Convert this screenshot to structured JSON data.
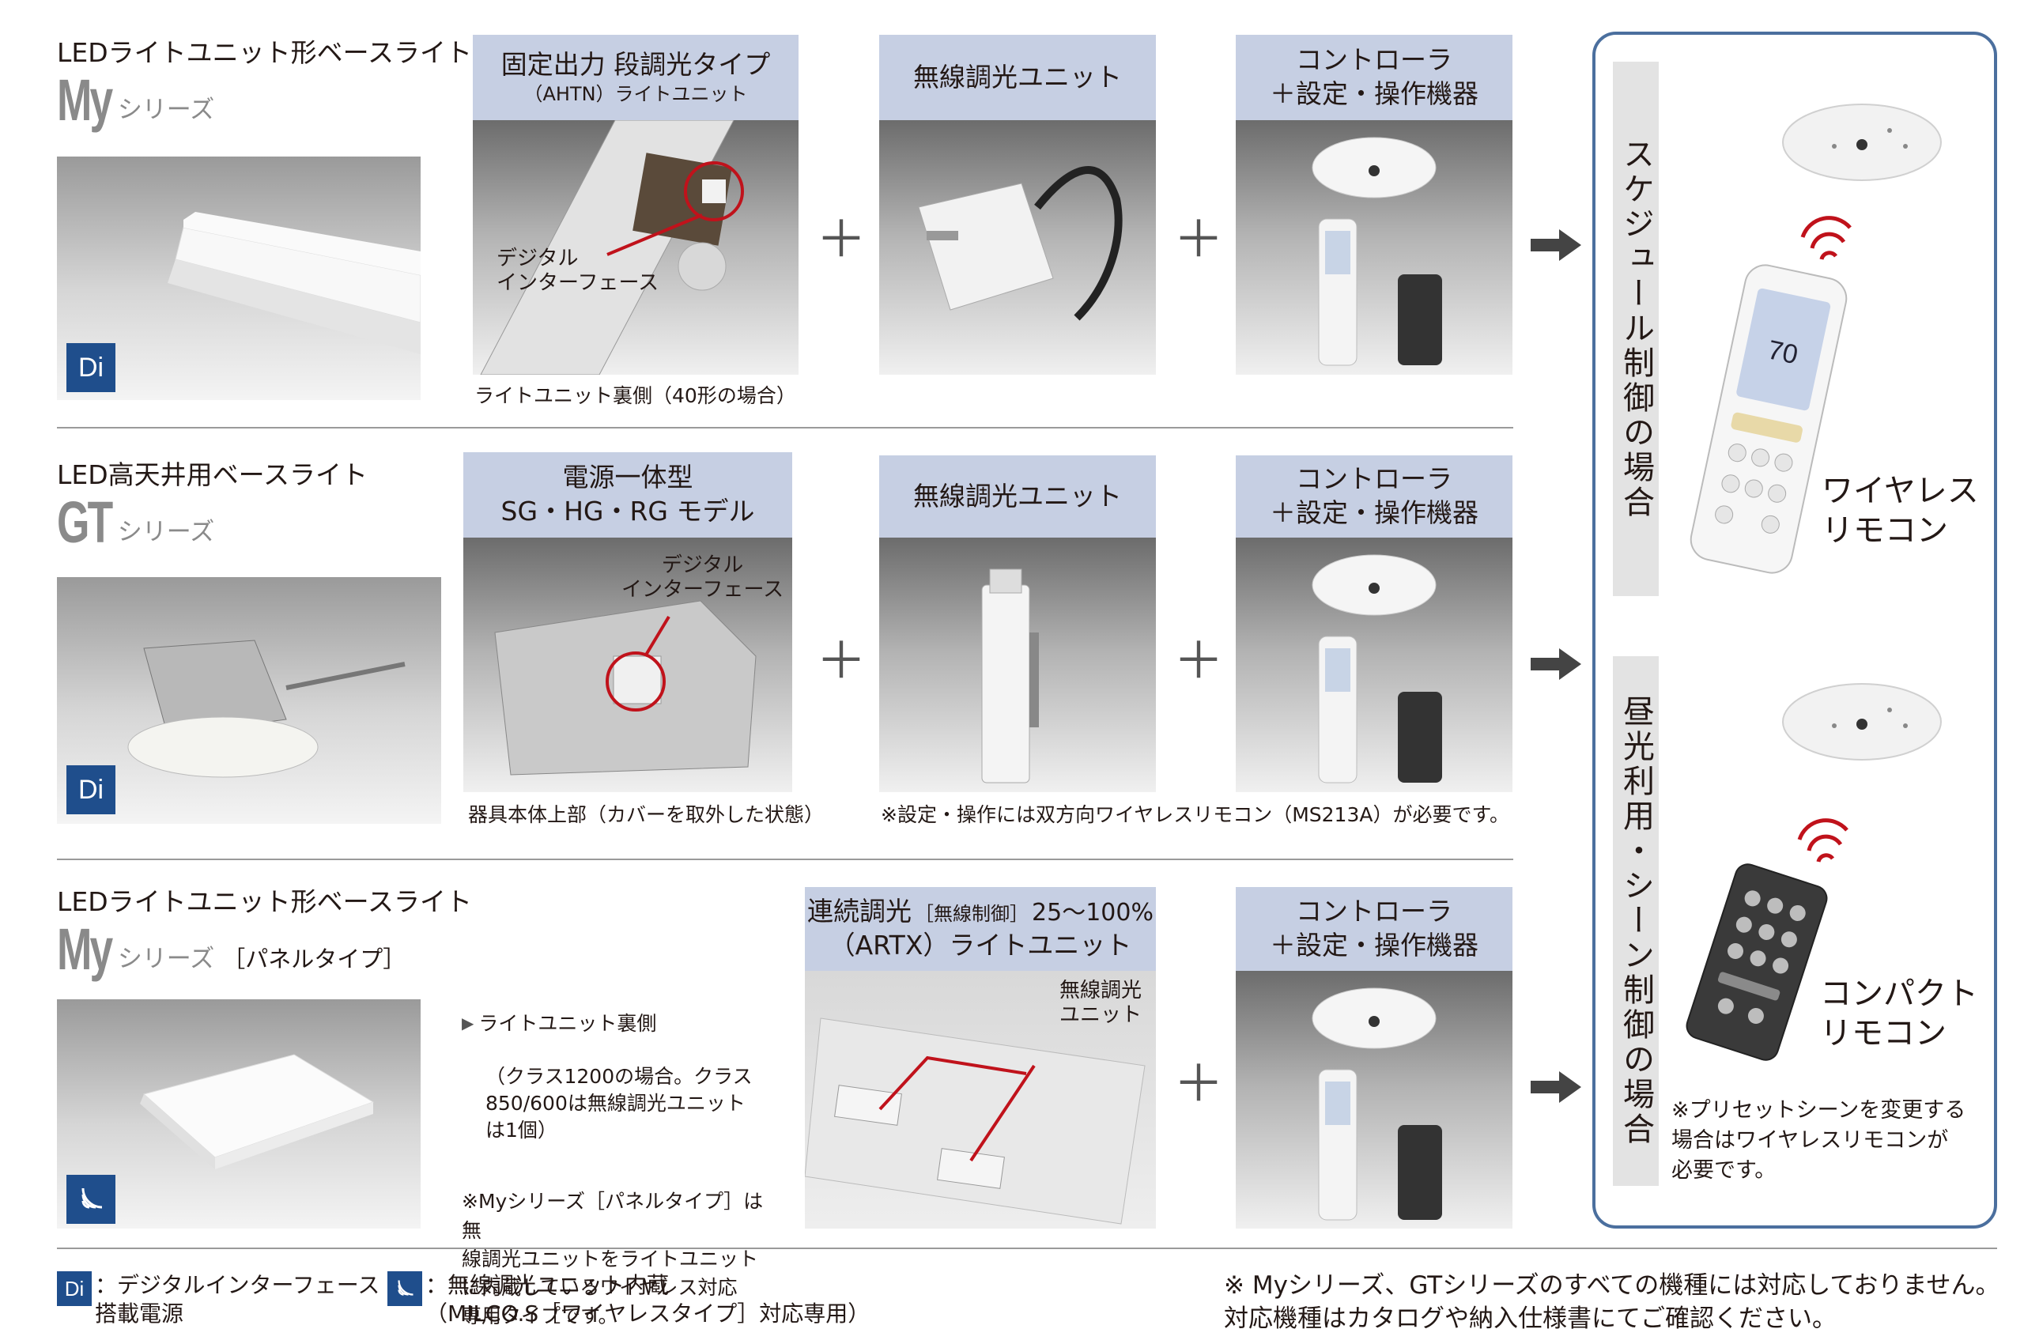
{
  "rows": [
    {
      "series_desc": "LEDライトユニット形ベースライト",
      "series_code": "My",
      "series_suffix": "シリーズ",
      "series_extra": "",
      "badge": "Di",
      "panel1_title": "固定出力 段調光タイプ",
      "panel1_sub": "（AHTN）ライトユニット",
      "panel1_callout": "デジタル\nインターフェース",
      "panel1_caption": "ライトユニット裏側（40形の場合）",
      "panel2_title": "無線調光ユニット",
      "panel3_title": "コントローラ\n＋設定・操作機器"
    },
    {
      "series_desc": "LED高天井用ベースライト",
      "series_code": "GT",
      "series_suffix": "シリーズ",
      "series_extra": "",
      "badge": "Di",
      "panel1_title": "電源一体型\nSG・HG・RG モデル",
      "panel1_callout": "デジタル\nインターフェース",
      "panel1_caption": "器具本体上部（カバーを取外した状態）",
      "panel2_title": "無線調光ユニット",
      "panel2_caption": "※設定・操作には双方向ワイヤレスリモコン（MS213A）が必要です。",
      "panel3_title": "コントローラ\n＋設定・操作機器"
    },
    {
      "series_desc": "LEDライトユニット形ベースライト",
      "series_code": "My",
      "series_suffix": "シリーズ",
      "series_extra": "［パネルタイプ］",
      "badge": "wireless",
      "note_title": "ライトユニット裏側",
      "note_body": "（クラス1200の場合。クラス\n850/600は無線調光ユニット\nは1個）",
      "note2": "※Myシリーズ［パネルタイプ］は無\n線調光ユニットをライトユニット\nに内蔵しているワイヤレス対応\n専用タイプです。",
      "panel2_title_a": "連続調光",
      "panel2_title_b": "［無線制御］",
      "panel2_title_c": "25～100%",
      "panel2_sub": "（ARTX）ライトユニット",
      "panel2_callout": "無線調光\nユニット",
      "panel3_title": "コントローラ\n＋設定・操作機器"
    }
  ],
  "right": {
    "schedule_label": "スケジュール制御の場合",
    "scene_label": "昼光利用・シーン制御の場合",
    "wireless_remote": "ワイヤレス\nリモコン",
    "compact_remote": "コンパクト\nリモコン",
    "preset_note": "※プリセットシーンを変更する\n場合はワイヤレスリモコンが\n必要です。",
    "remote_display_number": "70"
  },
  "legend": {
    "di_badge": "Di",
    "di_text": "：デジタルインターフェース\n搭載電源",
    "wireless_text": "：無線調光ユニット内蔵\n（MILCO.S［ワイヤレスタイプ］対応専用）"
  },
  "footer_note": "※ Myシリーズ、GTシリーズのすべての機種には対応しておりません。\n対応機種はカタログや納入仕様書にてご確認ください。",
  "symbols": {
    "plus": "＋"
  },
  "colors": {
    "accent_blue": "#1f4e8c",
    "panel_header": "#c6cfe3",
    "callout_red": "#c0121b",
    "box_border": "#4b6f9e"
  }
}
